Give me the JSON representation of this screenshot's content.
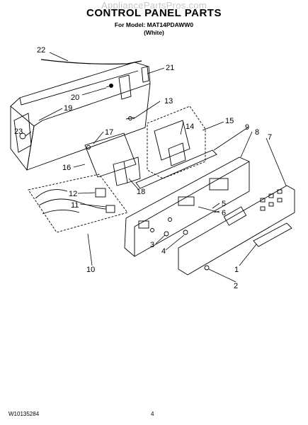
{
  "watermark": "AppliancePartsPros.com",
  "title": "CONTROL PANEL PARTS",
  "model_line": "For Model: MAT14PDAWW0",
  "color_line": "(White)",
  "doc_number": "W10135284",
  "page_number": "4",
  "callouts": [
    "1",
    "2",
    "3",
    "4",
    "5",
    "6",
    "7",
    "8",
    "9",
    "10",
    "11",
    "12",
    "13",
    "14",
    "15",
    "16",
    "17",
    "18",
    "19",
    "20",
    "21",
    "22",
    "23"
  ]
}
